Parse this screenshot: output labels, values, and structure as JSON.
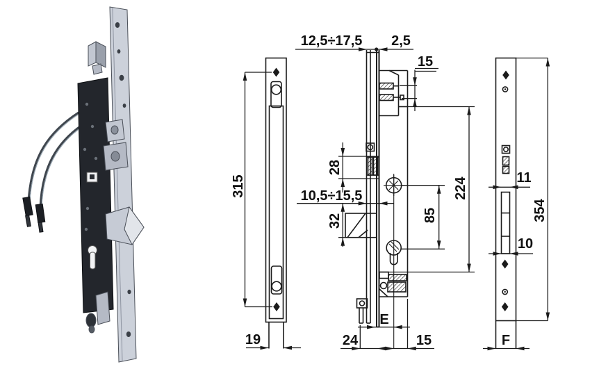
{
  "meta": {
    "background": "#ffffff",
    "ink": "#1b1b1b",
    "metal_light": "#c9cdd6",
    "metal_mid": "#aab0bb",
    "metal_dark": "#24272e"
  },
  "views": {
    "front": {
      "dims": {
        "screw_distance": "315",
        "faceplate_width": "19"
      }
    },
    "side": {
      "dims": {
        "backset_range": "12,5÷17,5",
        "plate_thickness": "2,5",
        "hook_height": "15",
        "deadbolt_pin": "28",
        "adjust_range": "10,5÷15,5",
        "latch_height": "32",
        "cylinder_to_follower": "85",
        "case_length": "224",
        "case_front_depth": "24",
        "backset": "E",
        "case_back_depth": "15"
      }
    },
    "back": {
      "dims": {
        "slot_width_top": "11",
        "plate_length": "354",
        "slot_width_bottom": "10",
        "faceplate_width": "F"
      }
    }
  }
}
